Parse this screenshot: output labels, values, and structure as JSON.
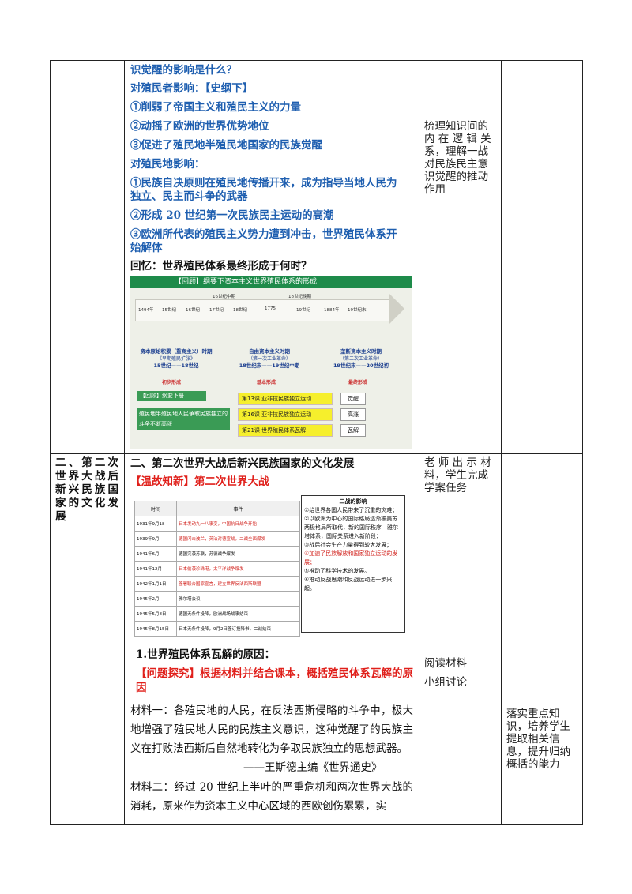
{
  "section_top": {
    "lines": [
      "识觉醒的影响是什么？",
      "对殖民者影响：【史纲下】",
      "①削弱了帝国主义和殖民主义的力量",
      "②动摇了欧洲的世界优势地位",
      "③促进了殖民地半殖民地国家的民族觉醒",
      "对殖民地影响：",
      "①民族自决原则在殖民地传播开来，成为指导当地人民为",
      "独立、民主而斗争的武器",
      "②形成 20 世纪第一次民族民主运动的高潮",
      "③欧洲所代表的殖民主义势力遭到冲击，世界殖民体系开",
      "始解体"
    ],
    "question": "回忆：世界殖民体系最终形成于何时？",
    "side_note": [
      "梳理知识间的",
      "内 在 逻 辑 关",
      "系，理解一战",
      "对民族民主意",
      "识觉醒的推动",
      "作用"
    ]
  },
  "panel1": {
    "title": "【回顾】纲要下资本主义世界殖民体系的形成",
    "period_labels": [
      "16世纪中期",
      "18世纪晚期"
    ],
    "timeline": [
      "1494年",
      "15世纪",
      "16世纪",
      "17世纪",
      "18世纪",
      "1775",
      "19世纪",
      "1884年",
      "19世纪末"
    ],
    "stages": [
      {
        "name": "资本原始积累（重商主义）时期",
        "sub": "《早期殖民扩张》",
        "range": "15世纪——18世纪",
        "tag": "初步形成"
      },
      {
        "name": "自由资本主义时期",
        "sub": "（第一次工业革命）",
        "range": "18世纪末——19世纪中期",
        "tag": "基本形成"
      },
      {
        "name": "垄断资本主义时期",
        "sub": "（第二次工业革命）",
        "range": "19世纪末——20世纪初",
        "tag": "最终形成"
      }
    ],
    "review_label": "【回顾】纲要下册",
    "review_box": "殖民地半殖民地人民争取民族独立的斗争不断高涨",
    "lessons": [
      {
        "label": "第13课 亚非拉民族独立运动",
        "tag": "觉醒"
      },
      {
        "label": "第16课 亚非拉民族独立运动",
        "tag": "高涨"
      },
      {
        "label": "第21课 世界殖民体系瓦解",
        "tag": "瓦解"
      }
    ]
  },
  "row2": {
    "left_cell": "二、第二次世界大战后新兴民族国家的文化发展",
    "heading": "二、第二次世界大战后新兴民族国家的文化发展",
    "review_tag": "【温故知新】",
    "review_title": "第二次世界大战",
    "side_note_1": [
      "老 师 出 示 材",
      "料，学生完成",
      "学案任务"
    ],
    "side_note_2": [
      "阅读材料",
      "小组讨论"
    ],
    "goal_note": [
      "落实重点知",
      "识，培养学生",
      "提取相关信",
      "息，提升归纳",
      "概括的能力"
    ]
  },
  "event_table": {
    "headers": [
      "时间",
      "事件"
    ],
    "rows": [
      {
        "time": "1931年9月18",
        "event": "日本发动九一八事变，中国抗日战争开始",
        "red": true
      },
      {
        "time": "1939年9月",
        "event": "德国闪击波兰，英法对德宣战，二战全面爆发",
        "red": true
      },
      {
        "time": "1941年6月",
        "event": "德国突袭苏联，苏德战争爆发",
        "red": false
      },
      {
        "time": "1941年12月",
        "event": "日本偷袭珍珠港，太平洋战争爆发",
        "red": true
      },
      {
        "time": "1942年1月1日",
        "event": "签署联合国家宣言，建立世界反法西斯联盟",
        "red": true
      },
      {
        "time": "1945年2月",
        "event": "雅尔塔会议",
        "red": false
      },
      {
        "time": "1945年5月8日",
        "event": "德国无条件投降，欧洲战场战事结束",
        "red": false
      },
      {
        "time": "1945年8月15日",
        "event": "日本无条件投降，9月2日签订投降书，二战结束",
        "red": false
      }
    ]
  },
  "effects": {
    "title": "二战的影响",
    "items": [
      {
        "text": "①给世界各国人民带来了沉重的灾难；",
        "red": false
      },
      {
        "text": "②以欧洲为中心的国际格局逐渐被美苏两极格局所取代，新的国际秩序—雅尔塔体系，国际关系进入新阶段；",
        "red": false
      },
      {
        "text": "③战后社会生产力量得到较大发展；",
        "red": false
      },
      {
        "text": "④加速了民族解放和国家独立运动的发展；",
        "red": true
      },
      {
        "text": "⑤推动了科学技术的发展。",
        "red": false
      },
      {
        "text": "⑥推动反战思潮和反战运动进一步兴起。",
        "red": false
      }
    ]
  },
  "part1": {
    "title": "1.世界殖民体系瓦解的原因：",
    "inquiry_tag": "【问题探究】",
    "inquiry_text": "根据材料并结合课本，概括殖民体系瓦解的原因",
    "material1": "材料一：各殖民地的人民，在反法西斯侵略的斗争中，极大地增强了殖民地人民的民族主义意识，这种觉醒了的民族主义在打败法西斯后自然地转化为争取民族独立的思想武器。",
    "material1_source": "——王斯德主编《世界通史》",
    "material2": "材料二：经过 20 世纪上半叶的严重危机和两次世界大战的消耗，原来作为资本主义中心区域的西欧创伤累累，实"
  }
}
